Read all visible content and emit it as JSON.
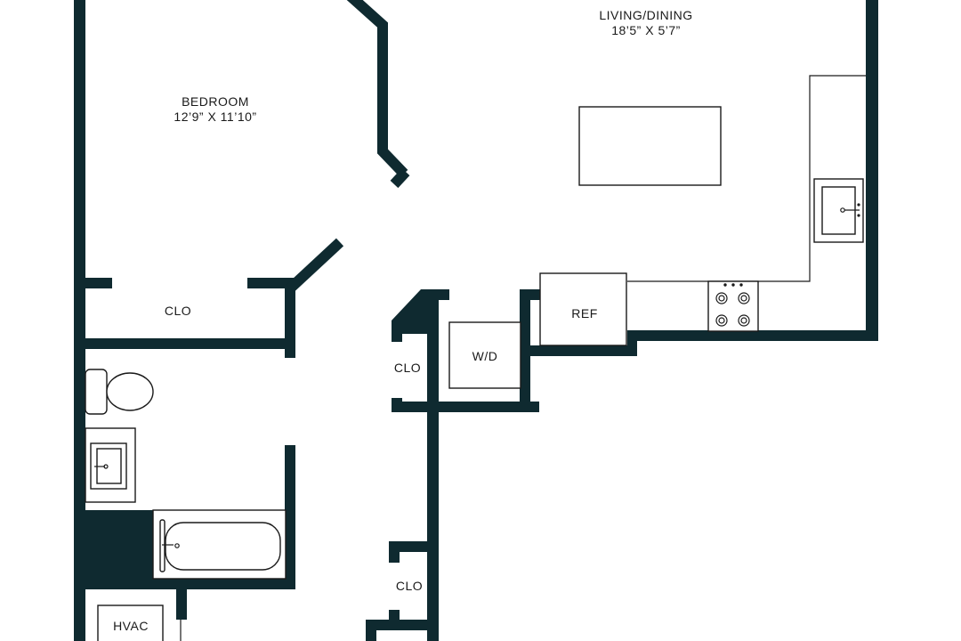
{
  "floorplan": {
    "wall_color": "#0f2a30",
    "background_color": "#ffffff",
    "rooms": {
      "living_dining": {
        "name": "LIVING/DINING",
        "dimensions": "18’5” X 5’7”"
      },
      "bedroom": {
        "name": "BEDROOM",
        "dimensions": "12’9” X 11’10”"
      }
    },
    "labels": {
      "bedroom_closet": "CLO",
      "hall_closet_1": "CLO",
      "hall_closet_2": "CLO",
      "washer_dryer": "W/D",
      "refrigerator": "REF",
      "hvac": "HVAC"
    }
  }
}
